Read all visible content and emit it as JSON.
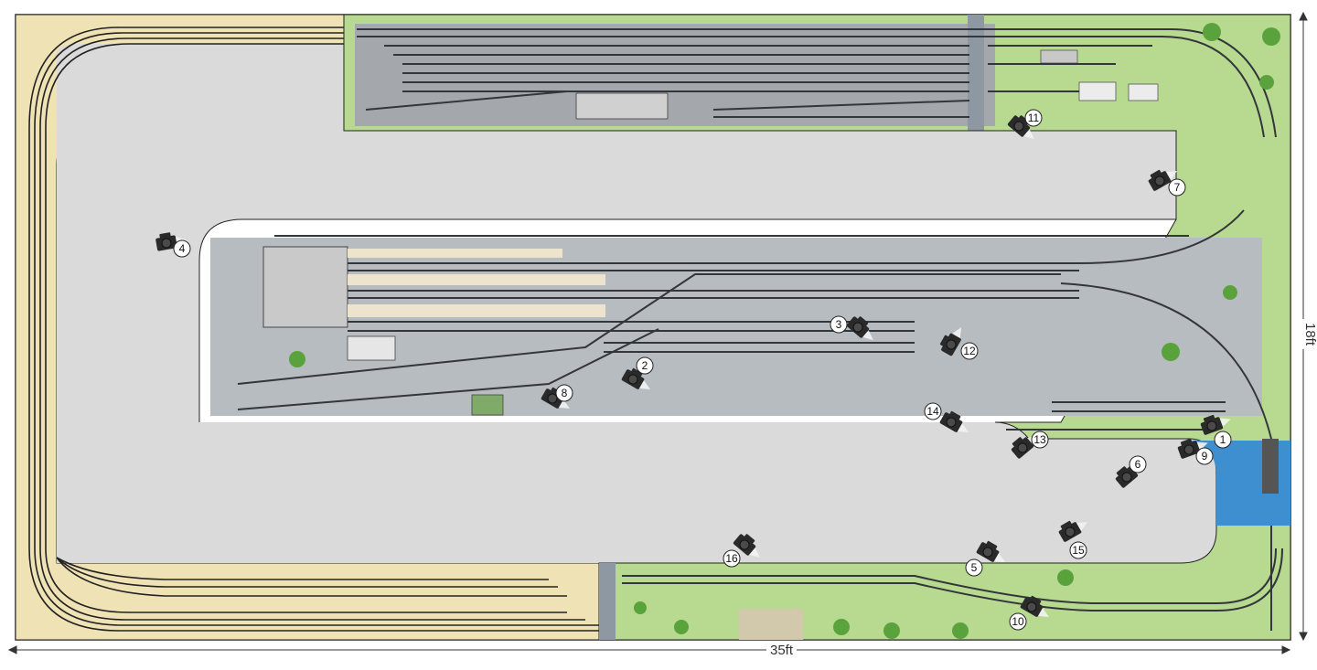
{
  "dimensions": {
    "width_label": "35ft",
    "height_label": "18ft"
  },
  "colors": {
    "staging_fill": "#efe2b4",
    "aisle_fill": "#d9d9d9",
    "grass": "#b4d88a",
    "ballast": "#9a9da3",
    "track": "#33363b",
    "road": "#b9c2cb",
    "water": "#3e8fd0",
    "outline": "#222222"
  },
  "camera_markers": [
    {
      "label": "1"
    },
    {
      "label": "2"
    },
    {
      "label": "3"
    },
    {
      "label": "4"
    },
    {
      "label": "5"
    },
    {
      "label": "6"
    },
    {
      "label": "7"
    },
    {
      "label": "8"
    },
    {
      "label": "9"
    },
    {
      "label": "10"
    },
    {
      "label": "11"
    },
    {
      "label": "12"
    },
    {
      "label": "13"
    },
    {
      "label": "14"
    },
    {
      "label": "15"
    },
    {
      "label": "16"
    }
  ]
}
